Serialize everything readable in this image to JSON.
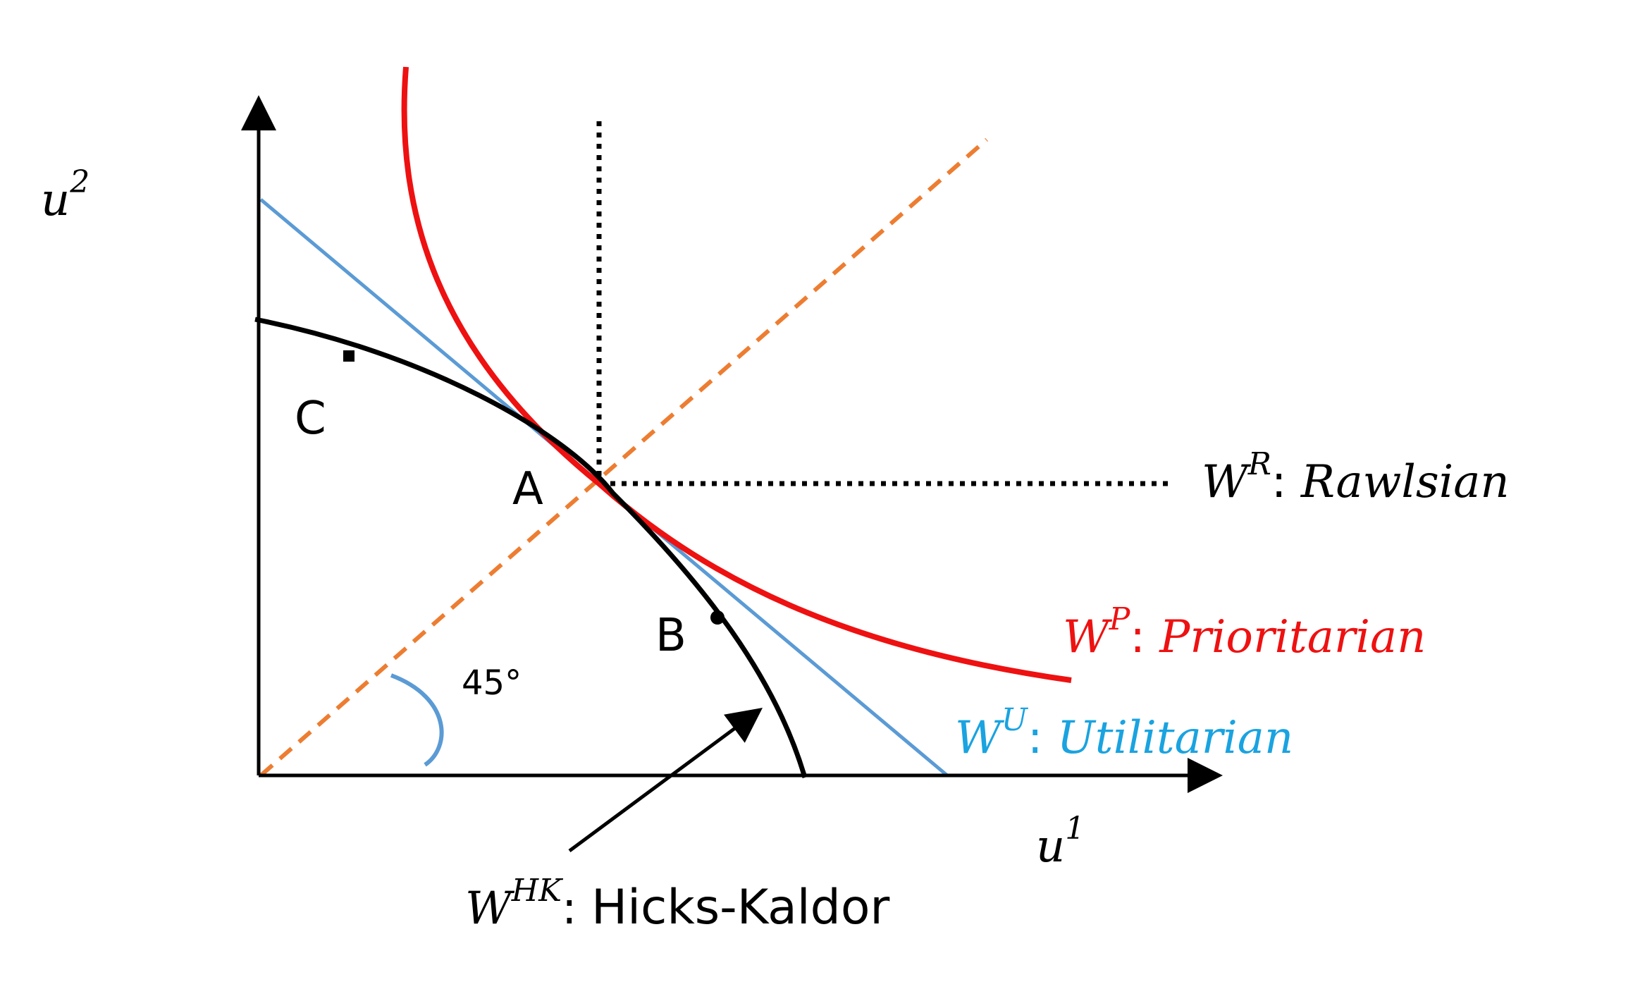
{
  "axes": {
    "y_label": "u",
    "y_label_sup": "2",
    "x_label": "u",
    "x_label_sup": "1"
  },
  "points": {
    "a": "A",
    "b": "B",
    "c": "C"
  },
  "angle_label": "45°",
  "legend": {
    "rawlsian": {
      "symbol": "W",
      "sup": "R",
      "sep": ": ",
      "text": "Rawlsian",
      "color": "#000000"
    },
    "prioritarian": {
      "symbol": "W",
      "sup": "P",
      "sep": ": ",
      "text": "Prioritarian",
      "color": "#ee1111"
    },
    "utilitarian": {
      "symbol": "W",
      "sup": "U",
      "sep": ": ",
      "text": "Utilitarian",
      "color": "#1aa3e0"
    },
    "hicks_kaldor": {
      "symbol": "W",
      "sup": "HK",
      "sep": ": ",
      "text": "Hicks-Kaldor",
      "color": "#000000"
    }
  },
  "colors": {
    "frontier": "#000000",
    "prioritarian_curve": "#ee1111",
    "utilitarian_line": "#5b9bd5",
    "diagonal": "#ed7d31",
    "angle_arc": "#5b9bd5",
    "rawlsian_lines": "#000000"
  }
}
